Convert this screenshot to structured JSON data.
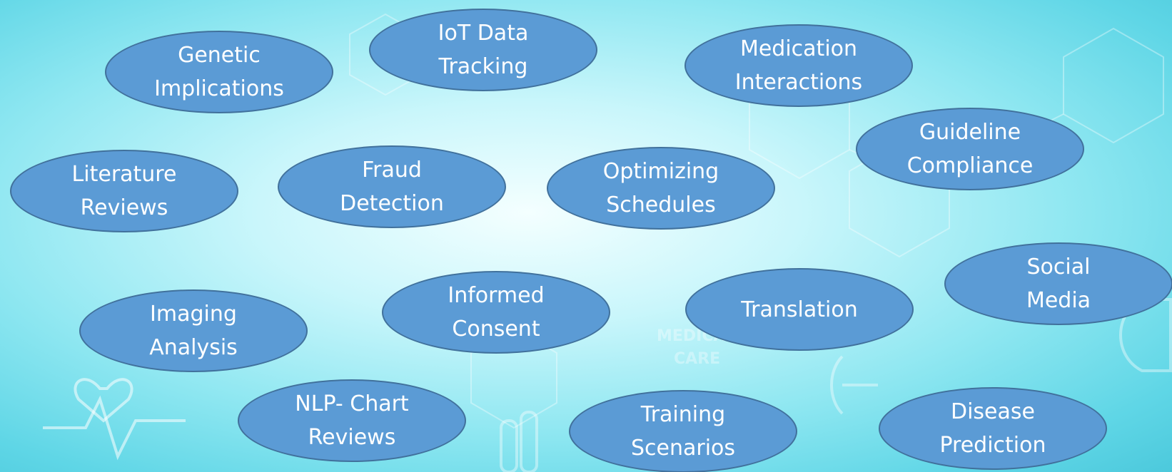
{
  "bubbles": [
    {
      "id": "genetic-implications",
      "label": "Genetic\nImplications"
    },
    {
      "id": "iot-data-tracking",
      "label": "IoT Data\nTracking"
    },
    {
      "id": "medication-interactions",
      "label": "Medication\nInteractions"
    },
    {
      "id": "guideline-compliance",
      "label": "Guideline\nCompliance"
    },
    {
      "id": "literature-reviews",
      "label": "Literature\nReviews"
    },
    {
      "id": "fraud-detection",
      "label": "Fraud\nDetection"
    },
    {
      "id": "optimizing-schedules",
      "label": "Optimizing\nSchedules"
    },
    {
      "id": "social-media",
      "label": "Social\nMedia"
    },
    {
      "id": "imaging-analysis",
      "label": "Imaging\nAnalysis"
    },
    {
      "id": "informed-consent",
      "label": "Informed\nConsent"
    },
    {
      "id": "translation",
      "label": "Translation"
    },
    {
      "id": "nlp-chart-reviews",
      "label": "NLP- Chart\nReviews"
    },
    {
      "id": "training-scenarios",
      "label": "Training\nScenarios"
    },
    {
      "id": "disease-prediction",
      "label": "Disease\nPrediction"
    }
  ],
  "background": {
    "watermark_text": [
      "MEDICAL",
      "CARE"
    ],
    "colors": {
      "bubble_fill": "#5b9bd5",
      "bubble_border": "#41719c",
      "bubble_text": "#ffffff",
      "bg_light": "#f4ffff",
      "bg_dark": "#4cc9dc"
    }
  }
}
